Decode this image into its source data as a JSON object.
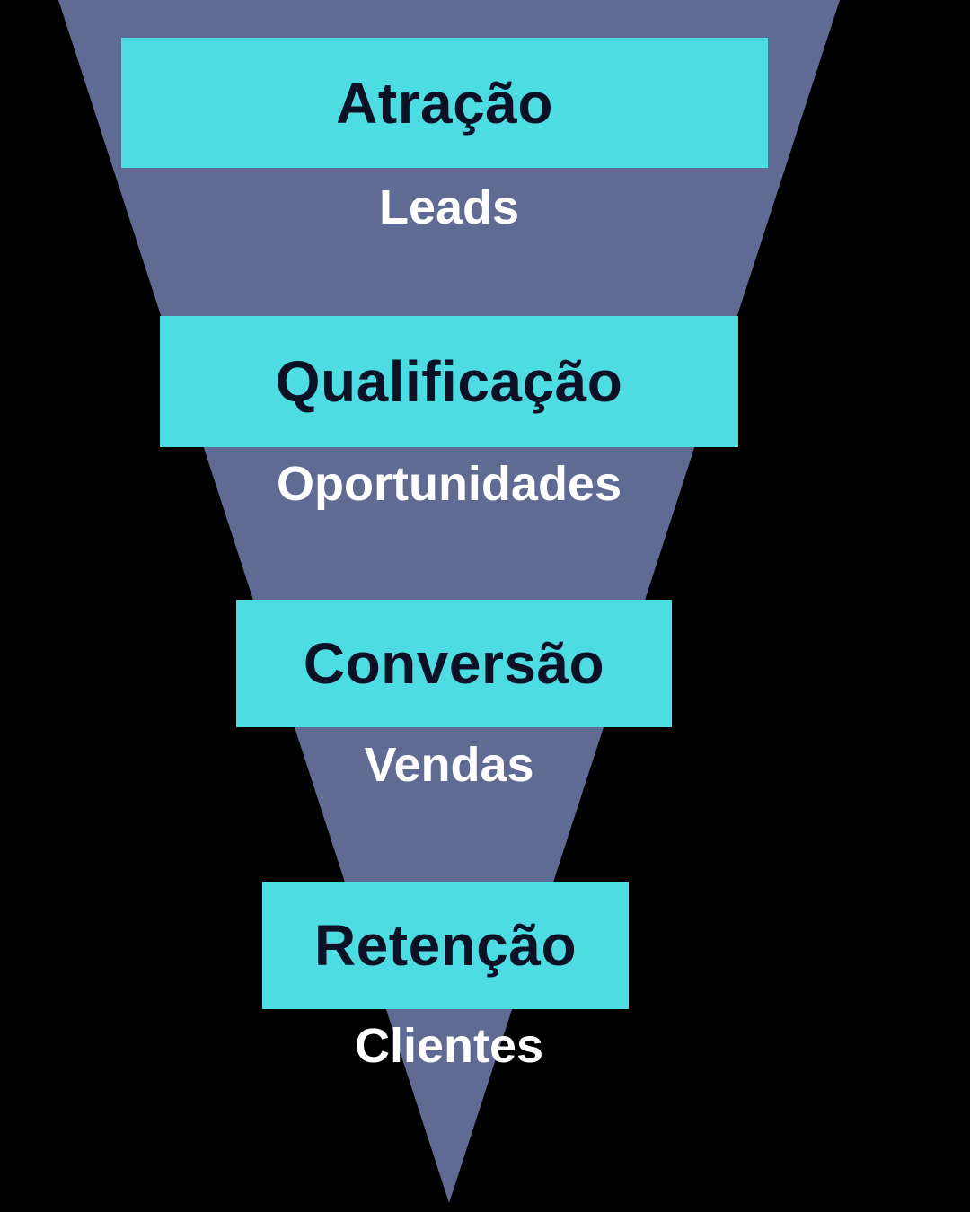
{
  "colors": {
    "background": "#000000",
    "funnel": "#5F6B92",
    "bar": "#4EDCE3",
    "stage_label": "#0D1126",
    "sublabel": "#FFFFFF"
  },
  "funnel": {
    "stages": [
      {
        "label": "Atração",
        "sublabel": "Leads"
      },
      {
        "label": "Qualificação",
        "sublabel": "Oportunidades"
      },
      {
        "label": "Conversão",
        "sublabel": "Vendas"
      },
      {
        "label": "Retenção",
        "sublabel": "Clientes"
      }
    ]
  }
}
